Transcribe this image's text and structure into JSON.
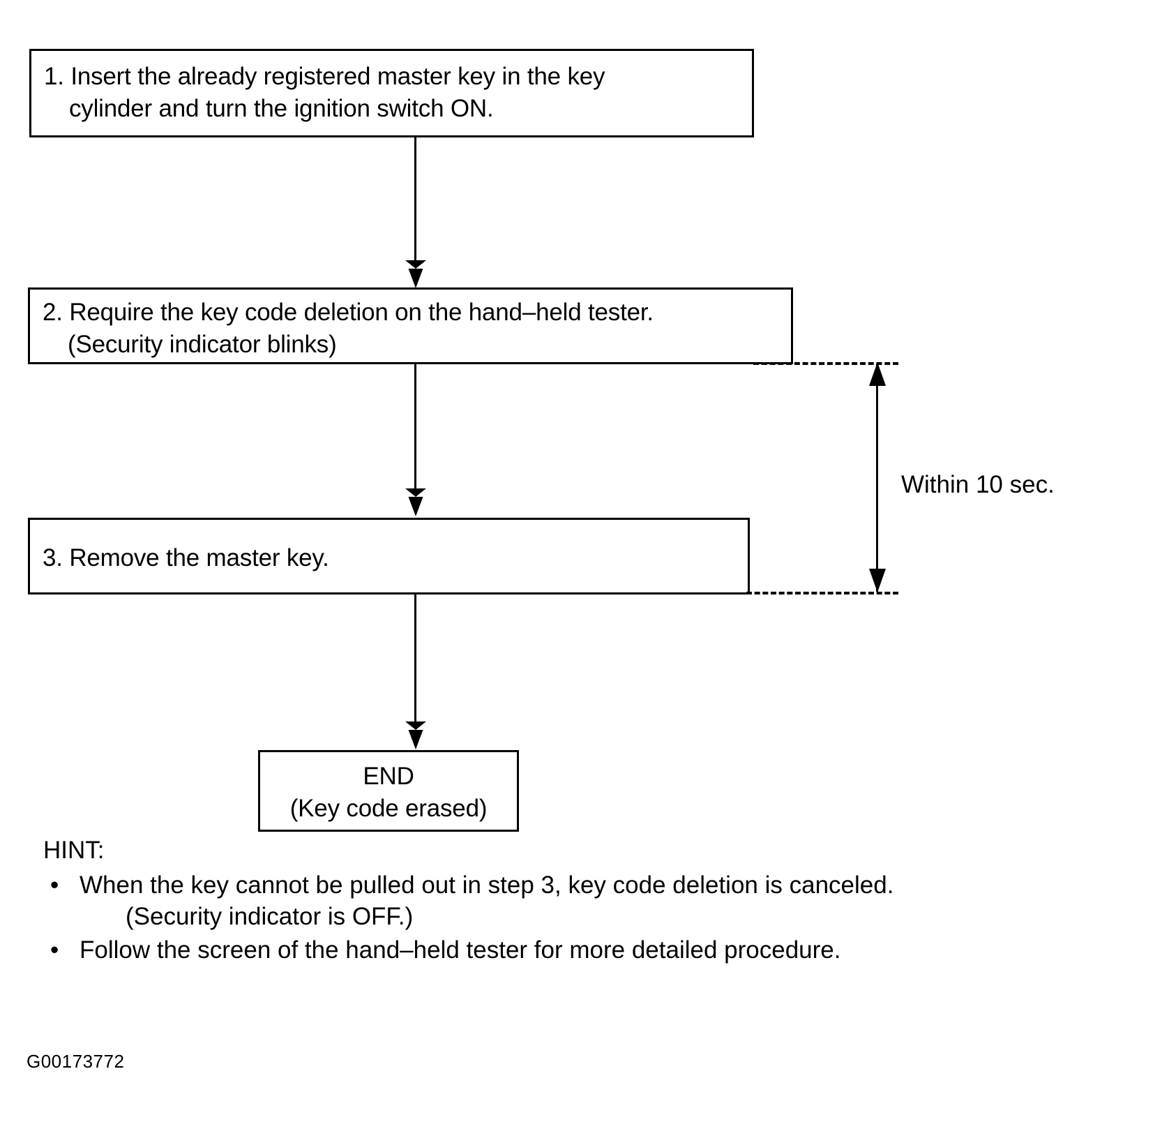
{
  "figure": {
    "code": "G00173772",
    "type": "flowchart"
  },
  "flowchart": {
    "steps": [
      {
        "id": "step-1",
        "number": "1.",
        "line1": "1. Insert the already registered master key in the key",
        "line2": "cylinder and turn the ignition switch ON."
      },
      {
        "id": "step-2",
        "number": "2.",
        "line1": "2. Require the key code deletion on the hand–held tester.",
        "line2": "(Security indicator blinks)"
      },
      {
        "id": "step-3",
        "number": "3.",
        "line1": "3. Remove the master key.",
        "line2": ""
      }
    ],
    "end_node": {
      "line1": "END",
      "line2": "(Key code erased)"
    },
    "timing_annotation": {
      "label": "Within 10 sec."
    }
  },
  "hint": {
    "title": "HINT:",
    "bullet_glyph": "•",
    "items": [
      {
        "text": "When the key cannot be pulled out in step 3, key code deletion is canceled.",
        "sub": "(Security indicator is OFF.)"
      },
      {
        "text": "Follow the screen of the hand–held tester for more detailed procedure.",
        "sub": ""
      }
    ]
  },
  "colors": {
    "ink": "#000000",
    "paper": "#ffffff"
  }
}
